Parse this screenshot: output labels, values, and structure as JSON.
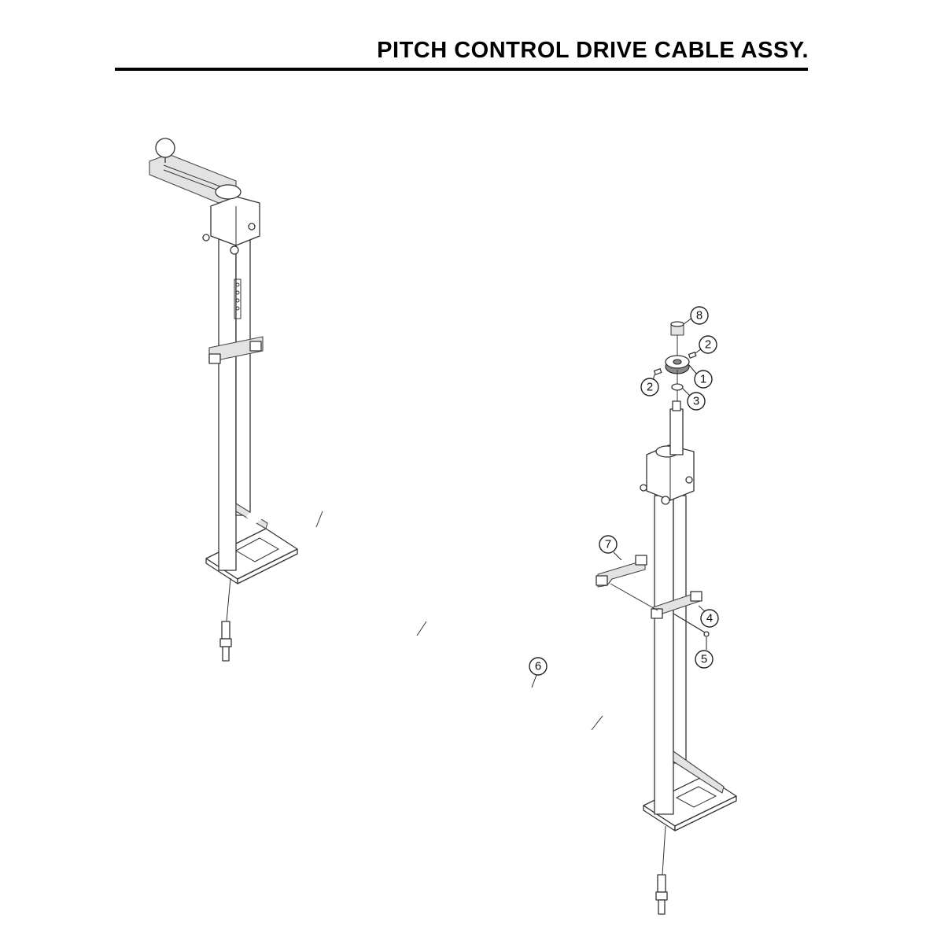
{
  "header": {
    "title": "PITCH CONTROL DRIVE CABLE ASSY."
  },
  "callouts": [
    {
      "id": "c8",
      "label": "8"
    },
    {
      "id": "c2a",
      "label": "2"
    },
    {
      "id": "c1",
      "label": "1"
    },
    {
      "id": "c2b",
      "label": "2"
    },
    {
      "id": "c3",
      "label": "3"
    },
    {
      "id": "c7",
      "label": "7"
    },
    {
      "id": "c4",
      "label": "4"
    },
    {
      "id": "c5",
      "label": "5"
    },
    {
      "id": "c6",
      "label": "6"
    }
  ],
  "colors": {
    "ink": "#000000",
    "line": "#333333",
    "shade": "#e3e3e3",
    "background": "#ffffff"
  }
}
